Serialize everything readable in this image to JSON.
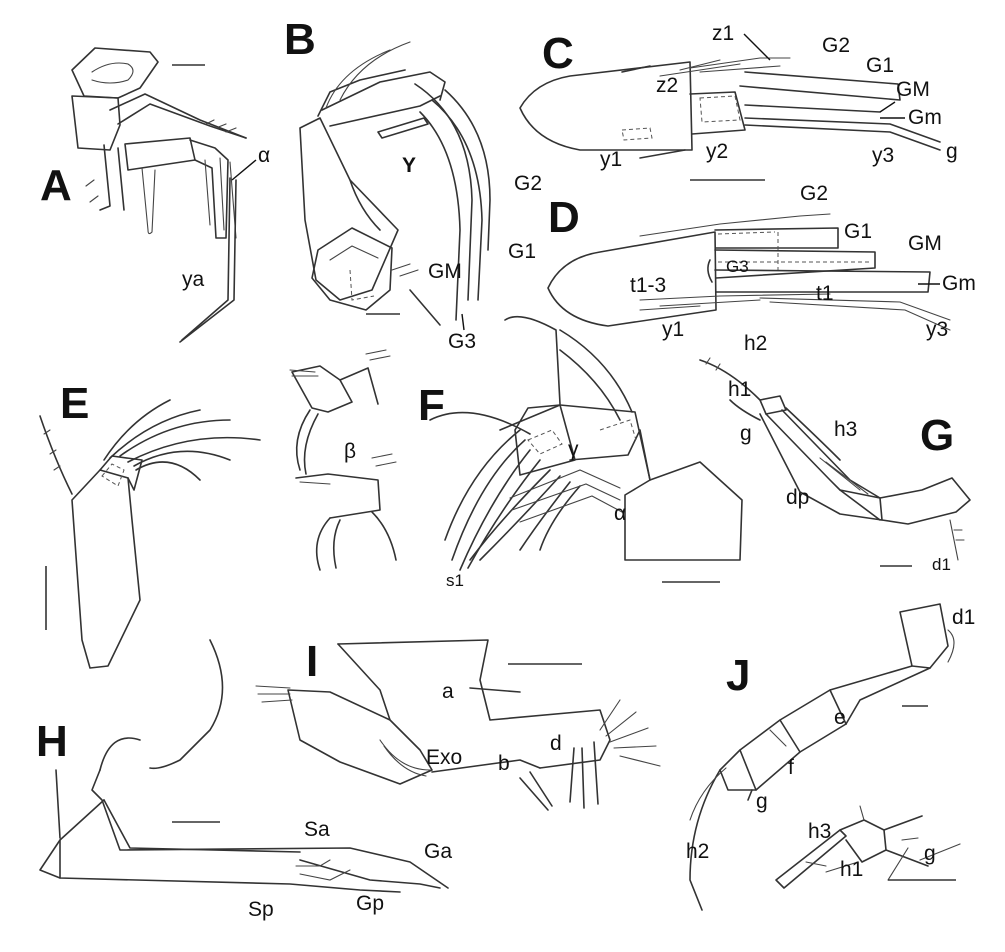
{
  "panels": {
    "A": {
      "letter": "A",
      "labels": {
        "alpha": "α",
        "ya": "ya"
      }
    },
    "B": {
      "letter": "B",
      "labels": {
        "Y": "Y",
        "G2": "G2",
        "G1": "G1",
        "GM": "GM",
        "G3": "G3"
      }
    },
    "C": {
      "letter": "C",
      "labels": {
        "z1": "z1",
        "G2": "G2",
        "G1": "G1",
        "z2": "z2",
        "GM": "GM",
        "Gm": "Gm",
        "y1": "y1",
        "y2": "y2",
        "y3": "y3",
        "g": "g"
      }
    },
    "D": {
      "letter": "D",
      "labels": {
        "G2": "G2",
        "G1": "G1",
        "GM": "GM",
        "G3": "G3",
        "t13": "t1-3",
        "t1": "t1",
        "Gm": "Gm",
        "y1": "y1",
        "y3": "y3"
      }
    },
    "E": {
      "letter": "E",
      "labels": {
        "beta": "β"
      }
    },
    "F": {
      "letter": "F",
      "labels": {
        "gamma": "γ",
        "alpha": "α",
        "s1": "s1"
      }
    },
    "G": {
      "letter": "G",
      "labels": {
        "h2": "h2",
        "h1": "h1",
        "g": "g",
        "h3": "h3",
        "dp": "dp",
        "d1": "d1"
      }
    },
    "H": {
      "letter": "H",
      "labels": {
        "Sa": "Sa",
        "Ga": "Ga",
        "Gp": "Gp",
        "Sp": "Sp"
      }
    },
    "I": {
      "letter": "I",
      "labels": {
        "a": "a",
        "Exo": "Exo",
        "b": "b",
        "d": "d"
      }
    },
    "J": {
      "letter": "J",
      "labels": {
        "d1": "d1",
        "e": "e",
        "f": "f",
        "g": "g",
        "h2": "h2",
        "h3": "h3",
        "h1": "h1",
        "g2": "g"
      }
    }
  }
}
